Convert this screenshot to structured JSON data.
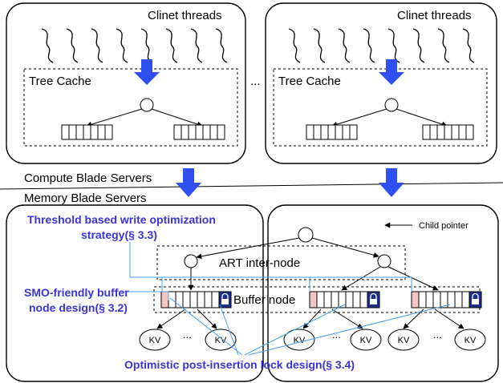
{
  "client_labels": [
    "Clinet threads",
    "Clinet threads"
  ],
  "cache_labels": [
    "Tree Cache",
    "Tree Cache"
  ],
  "ellipsis": "...",
  "compute_label": "Compute Blade Servers",
  "memory_label": "Memory Blade Servers",
  "legend_label": "Child pointer",
  "art_label": "ART inter-node",
  "buffer_label": "Buffer node",
  "kv_label": "KV",
  "kv_ellipsis": "...",
  "annotations": {
    "threshold_line1": "Threshold based write optimization",
    "threshold_line2": "strategy(§ 3.3)",
    "smo_line1": "SMO-friendly buffer",
    "smo_line2": "node design(§ 3.2)",
    "lock": "Optimistic post-insertion lock design(§ 3.4)"
  },
  "colors": {
    "arrow_blue": "#2f4ff0",
    "text_blue": "#3a33d6",
    "link_blue": "#4a9ee8",
    "buffer_header": "#f3c6c6",
    "lock_navy": "#1c2f8c"
  }
}
